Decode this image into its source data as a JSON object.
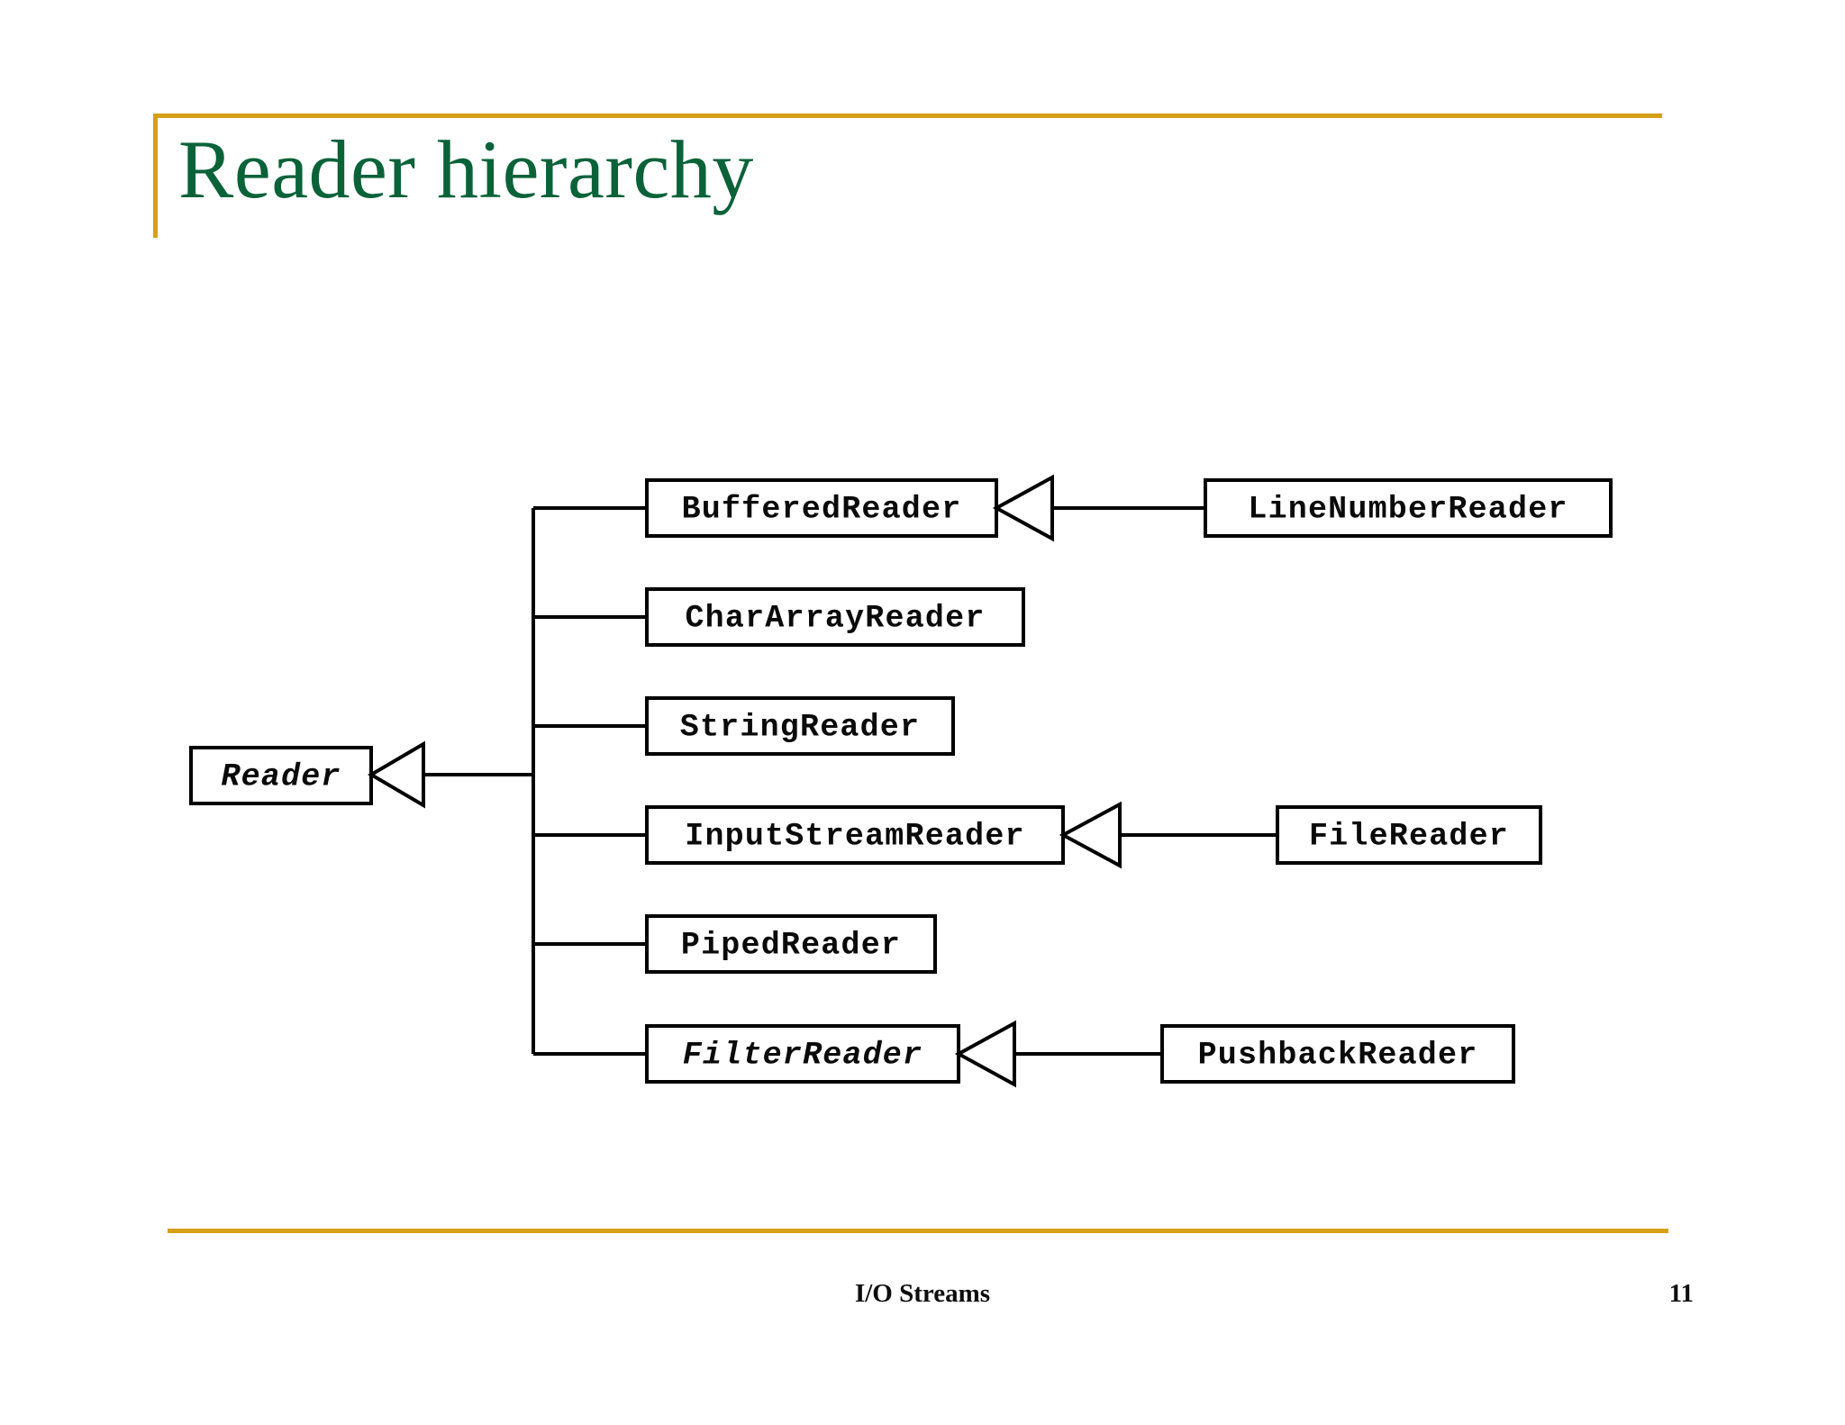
{
  "slide": {
    "title": "Reader hierarchy",
    "accent_color": "#d4a017",
    "title_color": "#0a6239",
    "footer_text": "I/O Streams",
    "page_number": "11"
  },
  "diagram": {
    "type": "uml-class-hierarchy",
    "root": {
      "name": "Reader",
      "abstract": true
    },
    "subclasses": [
      {
        "name": "BufferedReader",
        "abstract": false,
        "children": [
          {
            "name": "LineNumberReader",
            "abstract": false
          }
        ]
      },
      {
        "name": "CharArrayReader",
        "abstract": false,
        "children": []
      },
      {
        "name": "StringReader",
        "abstract": false,
        "children": []
      },
      {
        "name": "InputStreamReader",
        "abstract": false,
        "children": [
          {
            "name": "FileReader",
            "abstract": false
          }
        ]
      },
      {
        "name": "PipedReader",
        "abstract": false,
        "children": []
      },
      {
        "name": "FilterReader",
        "abstract": true,
        "children": [
          {
            "name": "PushbackReader",
            "abstract": false
          }
        ]
      }
    ]
  }
}
